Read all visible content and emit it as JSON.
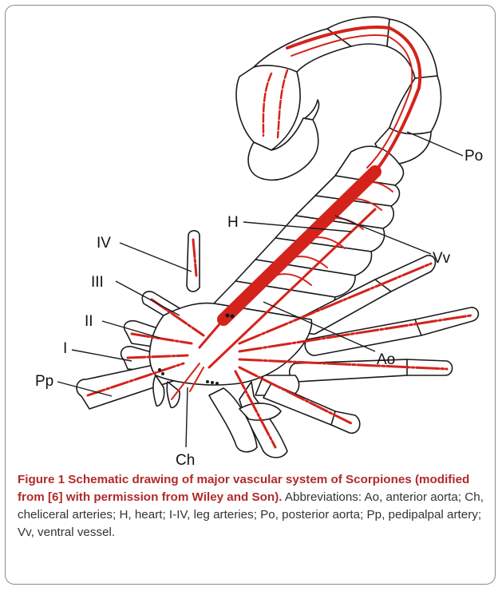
{
  "figure": {
    "labels": {
      "po": "Po",
      "h": "H",
      "vv": "Vv",
      "iv": "IV",
      "iii": "III",
      "ii": "II",
      "i": "I",
      "pp": "Pp",
      "ao": "Ao",
      "ch": "Ch"
    },
    "colors": {
      "artery": "#d4231b",
      "outline": "#1a1a1a",
      "title_red": "#b12a2a"
    }
  },
  "caption": {
    "title": "Figure 1 Schematic drawing of major vascular system of Scorpiones (modified from [6] with permission from Wiley and Son).",
    "body": " Abbreviations: Ao, anterior aorta; Ch, cheliceral arteries; H, heart; I-IV, leg arteries; Po, posterior aorta; Pp, pedipalpal artery; Vv, ventral vessel."
  }
}
